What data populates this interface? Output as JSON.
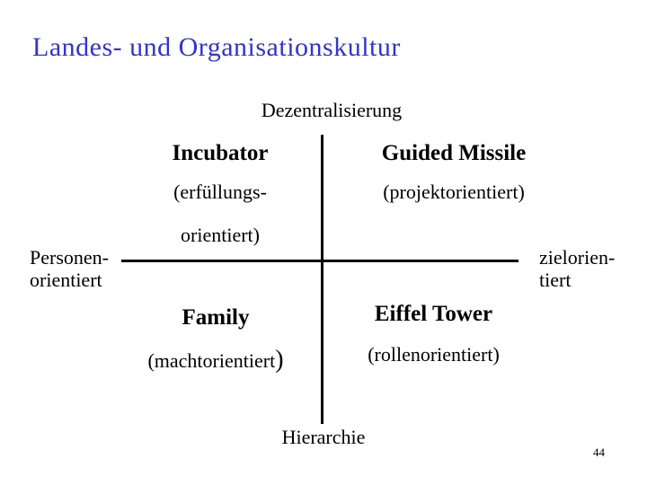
{
  "slide": {
    "title": "Landes- und Organisationskultur",
    "page_number": "44",
    "colors": {
      "title_text": "#3333CC",
      "body_text": "#000000",
      "background": "#FFFFFF",
      "axis_line": "#000000"
    }
  },
  "matrix": {
    "axis_top": "Dezentralisierung",
    "axis_bottom": "Hierarchie",
    "axis_left": {
      "line1": "Personen-",
      "line2": "orientiert"
    },
    "axis_right": {
      "line1": "zielorien-",
      "line2": "tiert"
    },
    "quadrants": {
      "top_left": {
        "name": "Incubator",
        "subtitle_line1": "(erfüllungs-",
        "subtitle_line2": "orientiert)"
      },
      "top_right": {
        "name": "Guided Missile",
        "subtitle": "(projektorientiert)"
      },
      "bottom_left": {
        "name": "Family",
        "subtitle_main": "(machtorientiert",
        "subtitle_close_paren": ")"
      },
      "bottom_right": {
        "name": "Eiffel Tower",
        "subtitle": "(rollenorientiert)"
      }
    }
  }
}
